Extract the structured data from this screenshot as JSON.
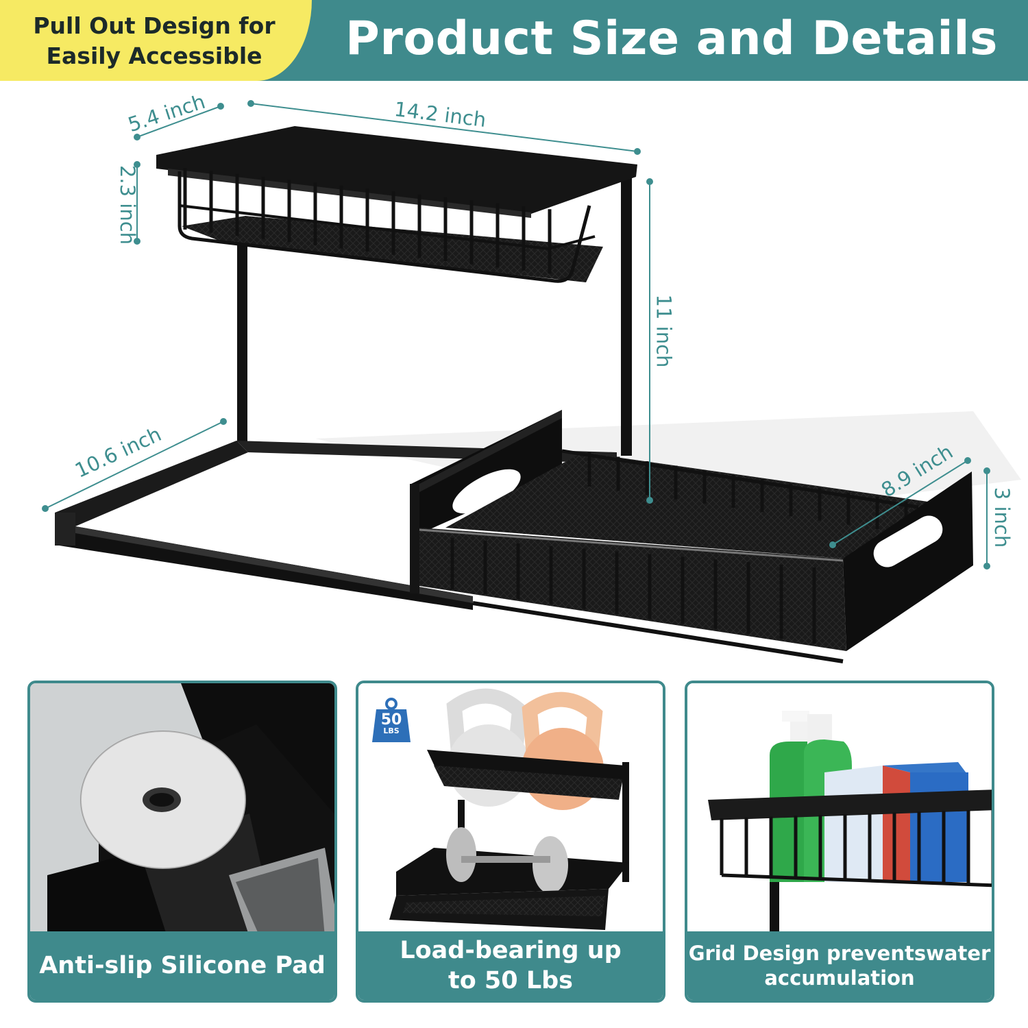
{
  "header": {
    "badge_line1": "Pull Out Design for",
    "badge_line2": "Easily Accessible",
    "title": "Product Size and Details",
    "colors": {
      "teal": "#3f8a8c",
      "yellow": "#f6ea63"
    }
  },
  "dimensions": {
    "top_depth": "5.4 inch",
    "top_width": "14.2 inch",
    "top_height": "2.3 inch",
    "total_height": "11 inch",
    "base_depth": "10.6 inch",
    "drawer_depth": "8.9 inch",
    "drawer_height": "3 inch"
  },
  "features": [
    {
      "caption": "Anti-slip Silicone Pad"
    },
    {
      "caption_line1": "Load-bearing up",
      "caption_line2": "to 50 Lbs",
      "badge_num": "50",
      "badge_unit": "LBS"
    },
    {
      "caption_line1": "Grid Design preventswater",
      "caption_line2": "accumulation"
    }
  ]
}
